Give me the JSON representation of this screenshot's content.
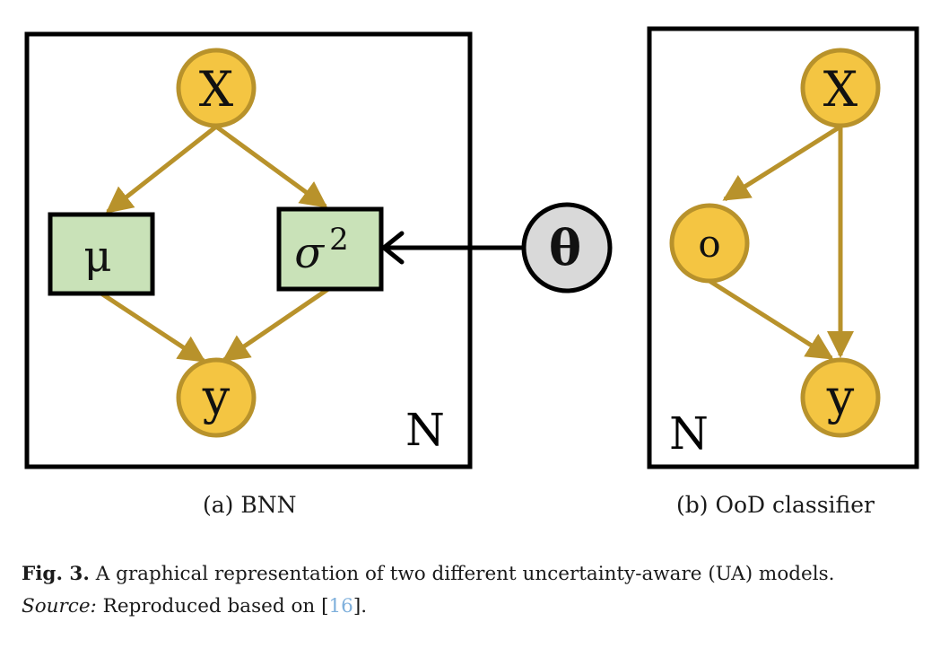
{
  "panel_a": {
    "nodes": {
      "x": "X",
      "mu": "μ",
      "sigma_base": "σ",
      "sigma_exp": "2",
      "y": "y",
      "theta": "θ"
    },
    "plate_label": "N",
    "subcaption": "(a) BNN"
  },
  "panel_b": {
    "nodes": {
      "x": "X",
      "o": "o",
      "y": "y"
    },
    "plate_label": "N",
    "subcaption": "(b) OoD classifier"
  },
  "caption": {
    "fig_label": "Fig. 3.",
    "text": "A graphical representation of two different uncertainty-aware (UA) models.",
    "source_label": "Source:",
    "source_text": "Reproduced based on [",
    "ref": "16",
    "source_end": "]."
  },
  "colors": {
    "node_fill": "#f4c542",
    "node_stroke": "#b8922b",
    "box_fill": "#c9e2b8",
    "theta_fill": "#d9d9d9",
    "edge": "#b8922b",
    "plate": "#000000"
  }
}
